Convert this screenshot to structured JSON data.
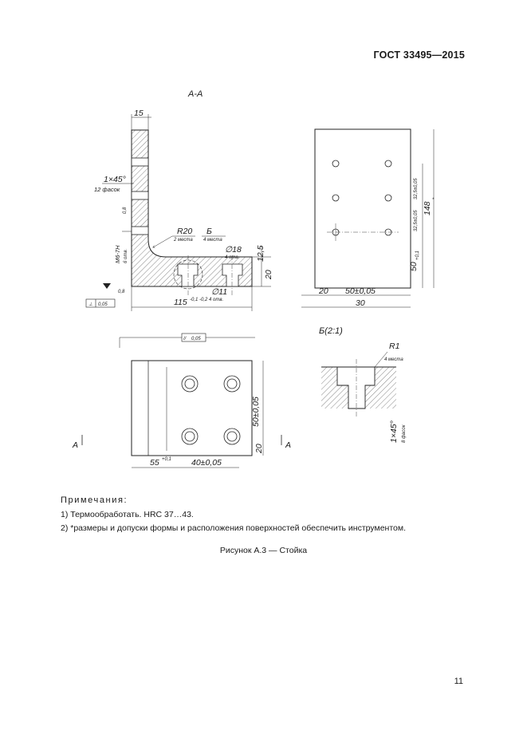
{
  "header": {
    "standard": "ГОСТ 33495—2015"
  },
  "drawing": {
    "section_aa": {
      "view_label": "А-А",
      "dim_top": "15",
      "chamfer": "1×45°",
      "chamfer_count": "12 фасок",
      "roughness_side": "0,8",
      "thread": "M6-7H",
      "thread_count": "6 отв.",
      "radius": "R20",
      "radius_count": "2 места",
      "detail_ref": "Б",
      "detail_count": "4 места",
      "hole_large": "∅18",
      "hole_large_count": "4 отв.",
      "hole_small": "∅11",
      "hole_small_count": "4 отв.",
      "height_125": "12,5",
      "height_20": "20",
      "length": "115",
      "length_tol": "-0,1 -0,2",
      "roughness_base": "0,8",
      "perp_tol": "⊥",
      "perp_val": "0,05"
    },
    "right_view": {
      "dim_325_a": "32,5±0,05",
      "dim_325_b": "32,5±0,05",
      "dim_148": "148",
      "dim_148_tol": "*",
      "dim_50": "50",
      "dim_50_tol": "+0,1",
      "dim_20": "20",
      "dim_50_005": "50±0,05",
      "dim_30": "30"
    },
    "plan_view": {
      "parallel_tol": "//",
      "parallel_val": "0,05",
      "dim_50_005": "50±0,05",
      "dim_20": "20",
      "dim_55": "55",
      "dim_55_tol": "+0,1",
      "dim_40": "40±0,05",
      "section_mark_left": "А",
      "section_mark_right": "А"
    },
    "detail_b": {
      "view_label": "Б(2:1)",
      "radius": "R1",
      "radius_count": "4 места",
      "chamfer": "1×45°",
      "chamfer_count": "8 фасок"
    }
  },
  "notes": {
    "title": "Примечания:",
    "items": [
      "1) Термообработать. HRC 37…43.",
      "2) *размеры и допуски формы и расположения поверхностей обеспечить инструментом."
    ]
  },
  "caption": "Рисунок А.3 — Стойка",
  "page_number": "11"
}
